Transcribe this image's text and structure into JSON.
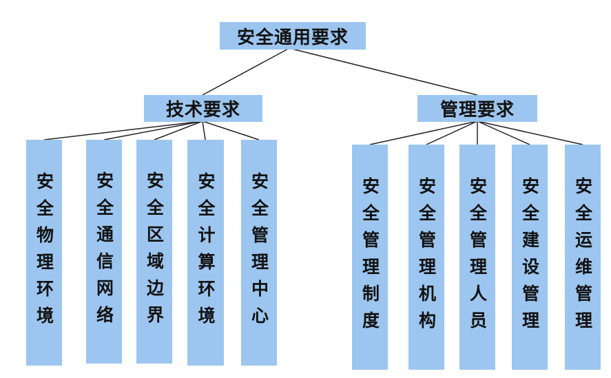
{
  "root": {
    "label": "安全通用要求"
  },
  "branches": [
    {
      "label": "技术要求",
      "children": [
        "安全物理环境",
        "安全通信网络",
        "安全区域边界",
        "安全计算环境",
        "安全管理中心"
      ]
    },
    {
      "label": "管理要求",
      "children": [
        "安全管理制度",
        "安全管理机构",
        "安全管理人员",
        "安全建设管理",
        "安全运维管理"
      ]
    }
  ],
  "colors": {
    "box_fill": "#9cc6ef",
    "line": "#222222",
    "text": "#111111"
  }
}
